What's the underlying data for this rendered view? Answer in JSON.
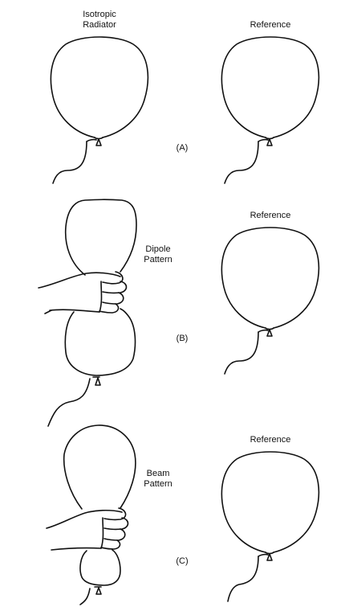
{
  "panels": [
    {
      "id": "A",
      "marker": "(A)",
      "left_label_line1": "Isotropic",
      "left_label_line2": "Radiator",
      "reference_label": "Reference"
    },
    {
      "id": "B",
      "marker": "(B)",
      "left_label_line1": "Dipole",
      "left_label_line2": "Pattern",
      "reference_label": "Reference"
    },
    {
      "id": "C",
      "marker": "(C)",
      "left_label_line1": "Beam",
      "left_label_line2": "Pattern",
      "reference_label": "Reference"
    }
  ]
}
